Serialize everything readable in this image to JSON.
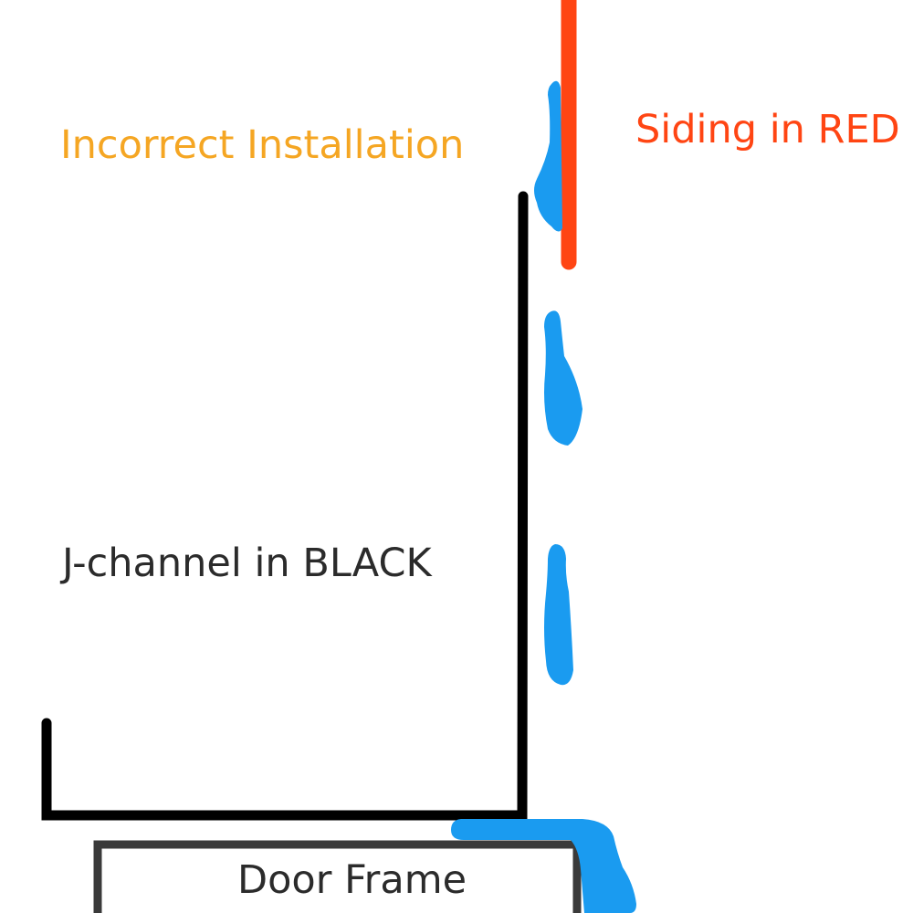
{
  "labels": {
    "incorrect_installation": "Incorrect Installation",
    "siding": "Siding in RED",
    "j_channel": "J-channel in BLACK",
    "door_frame": "Door Frame"
  },
  "colors": {
    "title_orange": "#F5A623",
    "siding_red": "#FF4513",
    "j_channel_black": "#000000",
    "water_blue": "#1A9BF0",
    "door_frame_gray": "#3a3a3a",
    "text_dark": "#2b2b2b"
  }
}
